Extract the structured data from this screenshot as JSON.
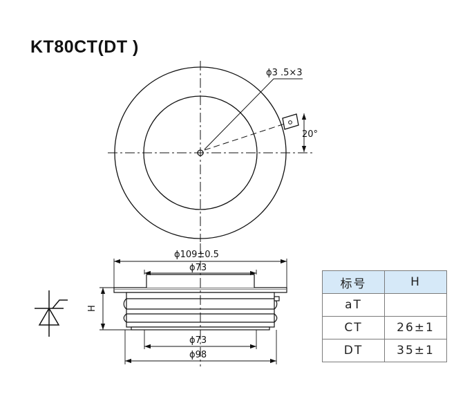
{
  "title": "KT80CT(DT )",
  "dimensions": {
    "hole": "ϕ3 .5×3",
    "angle": "20°",
    "outer_diameter": "ϕ109±0.5",
    "top_inner": "ϕ73",
    "bottom_inner": "ϕ73",
    "bottom_outer": "ϕ98",
    "height": "H"
  },
  "table": {
    "headers": [
      "标号",
      "H"
    ],
    "rows": [
      [
        "aT",
        ""
      ],
      [
        "CT",
        "26±1"
      ],
      [
        "DT",
        "35±1"
      ]
    ]
  }
}
